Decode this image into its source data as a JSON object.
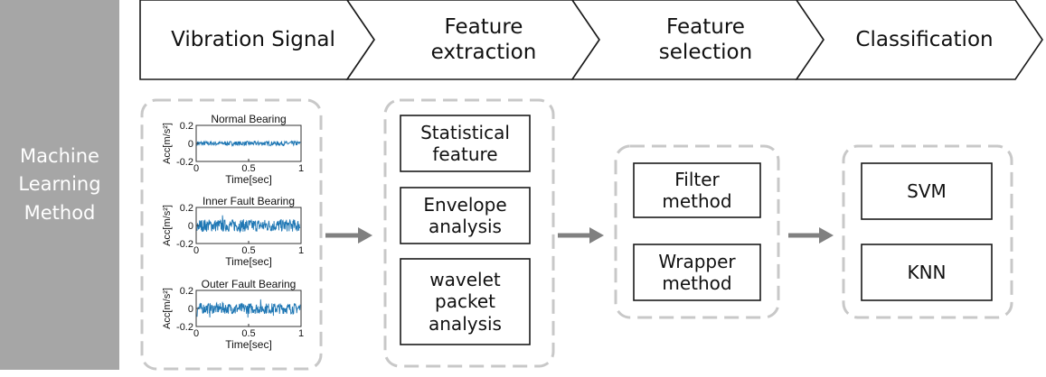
{
  "side_label": [
    "Machine",
    "Learning",
    "Method"
  ],
  "stages": [
    {
      "lines": [
        "Vibration  Signal"
      ]
    },
    {
      "lines": [
        "Feature",
        "extraction"
      ]
    },
    {
      "lines": [
        "Feature",
        "selection"
      ]
    },
    {
      "lines": [
        "Classification"
      ]
    }
  ],
  "feature_extraction": [
    {
      "lines": [
        "Statistical",
        "feature"
      ]
    },
    {
      "lines": [
        "Envelope",
        "analysis"
      ]
    },
    {
      "lines": [
        "wavelet",
        "packet",
        "analysis"
      ]
    }
  ],
  "feature_selection": [
    {
      "lines": [
        "Filter",
        "method"
      ]
    },
    {
      "lines": [
        "Wrapper",
        "method"
      ]
    }
  ],
  "classification": [
    {
      "lines": [
        "SVM"
      ]
    },
    {
      "lines": [
        "KNN"
      ]
    }
  ],
  "signal_plots": [
    {
      "title": "Normal Bearing",
      "amplitude": 0.025,
      "xlabel": "Time[sec]",
      "ylabel": "Acc[m/s²]",
      "yticks": [
        "0.2",
        "0",
        "-0.2"
      ],
      "xticks": [
        "0",
        "0.5",
        "1"
      ],
      "xlim": [
        0,
        1
      ],
      "ylim": [
        -0.2,
        0.2
      ]
    },
    {
      "title": "Inner Fault Bearing",
      "amplitude": 0.07,
      "xlabel": "Time[sec]",
      "ylabel": "Acc[m/s²]",
      "yticks": [
        "0.2",
        "0",
        "-0.2"
      ],
      "xticks": [
        "0",
        "0.5",
        "1"
      ],
      "xlim": [
        0,
        1
      ],
      "ylim": [
        -0.2,
        0.2
      ]
    },
    {
      "title": "Outer Fault Bearing",
      "amplitude": 0.06,
      "xlabel": "Time[sec]",
      "ylabel": "Acc[m/s²]",
      "yticks": [
        "0.2",
        "0",
        "-0.2"
      ],
      "xticks": [
        "0",
        "0.5",
        "1"
      ],
      "xlim": [
        0,
        1
      ],
      "ylim": [
        -0.2,
        0.2
      ]
    }
  ],
  "colors": {
    "side_panel": "#a6a6a6",
    "dashed_border": "#c8c8c8",
    "arrow": "#808080",
    "signal": "#1f77b4",
    "text": "#111111"
  }
}
